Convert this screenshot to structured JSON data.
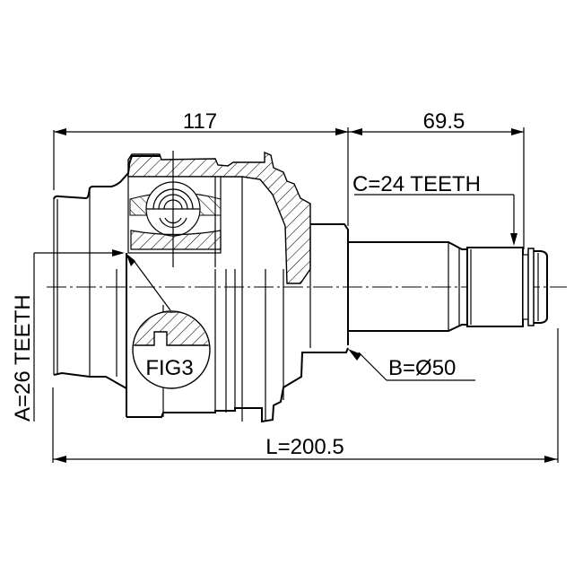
{
  "drawing": {
    "title": "CV joint (inner) dimensional drawing",
    "dimensions": {
      "housing_length": "117",
      "shaft_length": "69.5",
      "overall_length": "L=200.5"
    },
    "callouts": {
      "spline_a": "A=26 TEETH",
      "spline_c": "C=24 TEETH",
      "diameter_b": "B=Ø50",
      "detail_fig": "FIG3"
    },
    "colors": {
      "line": "#000000",
      "background": "#ffffff"
    }
  }
}
